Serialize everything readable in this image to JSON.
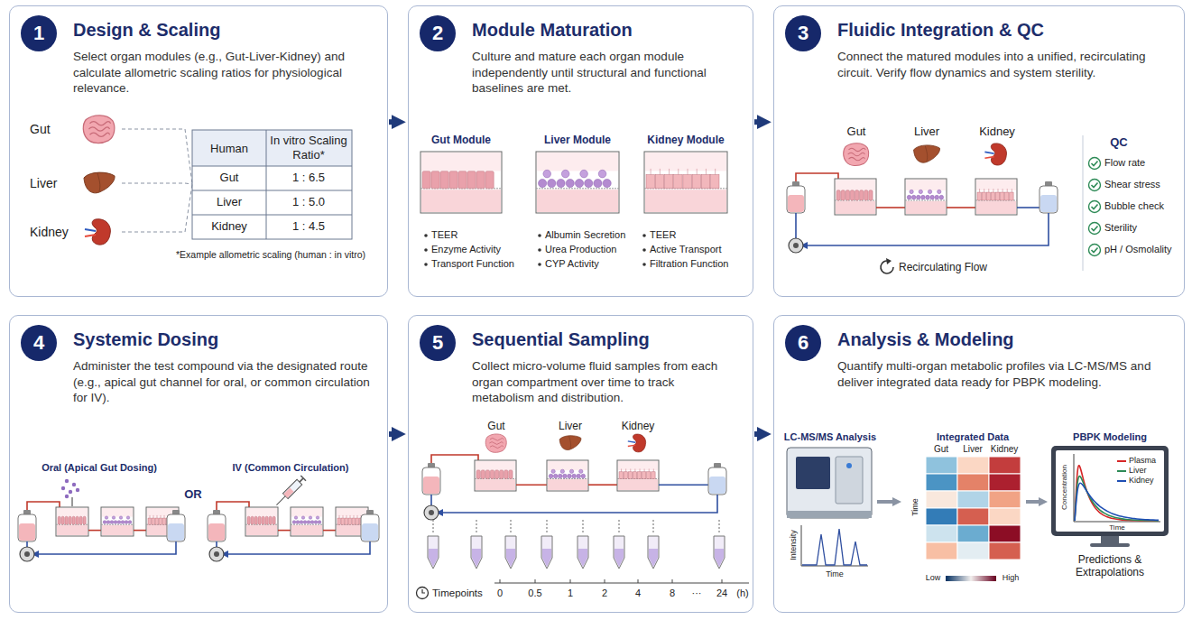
{
  "diagram": {
    "nodes": [
      {
        "text": [
          "Design & Scaling",
          "Select organ modules (e.g., Gut-Liver-Kidney) and calculate allometric scaling ratios for physiological relevance."
        ]
      },
      {
        "text": [
          "1"
        ],
        "in": 0
      },
      {
        "text": [
          "Module Maturation",
          "Culture and mature each organ module independently until structural and functional baselines are met."
        ]
      },
      {
        "text": [
          "2"
        ],
        "in": 2
      },
      {
        "text": [
          "Fluidic Integration & QC",
          "Connect the matured modules into a unified, recirculating circuit. Verify flow dynamics and system sterility."
        ]
      },
      {
        "text": [
          "3"
        ],
        "in": 4
      },
      {
        "text": [
          "Systemic Dosing",
          "Administer the test compound via the designated route (e.g., apical gut channel for oral, or common circulation for IV)."
        ]
      },
      {
        "text": [
          "4"
        ],
        "in": 6
      },
      {
        "text": [
          "Sequential Sampling",
          "Collect micro-volume fluid samples from each organ compartment over time to track metabolism and distribution."
        ]
      },
      {
        "text": [
          "5"
        ],
        "in": 8
      },
      {
        "text": [
          "Analysis & Modeling",
          "Quantify multi-organ metabolic profiles via LC-MS/MS and deliver integrated data ready for PBPK modeling."
        ]
      },
      {
        "text": [
          "6"
        ],
        "in": 10
      }
    ],
    "edges": [
      {
        "from": 0,
        "to": 2,
        "arrow": "to"
      },
      {
        "from": 2,
        "to": 4,
        "arrow": "to"
      },
      {
        "from": 6,
        "to": 8,
        "arrow": "to"
      },
      {
        "from": 8,
        "to": 10,
        "arrow": "to"
      }
    ],
    "labels": [
      "Gut",
      "Liver",
      "Kidney",
      "Human",
      "In vitro Scaling Ratio*",
      "Gut",
      "1 : 6.5",
      "Liver",
      "1 : 5.0",
      "Kidney",
      "1 : 4.5",
      "*Example allometric scaling (human : in vitro)",
      "Gut Module",
      "Liver Module",
      "Kidney Module",
      "TEER",
      "Enzyme Activity",
      "Transport Function",
      "Albumin Secretion",
      "Urea Production",
      "CYP Activity",
      "TEER",
      "Active Transport",
      "Filtration Function",
      "Gut",
      "Liver",
      "Kidney",
      "QC",
      "Flow rate",
      "Shear stress",
      "Bubble check",
      "Sterility",
      "pH / Osmolality",
      "Recirculating Flow",
      "Oral (Apical Gut Dosing)",
      "OR",
      "IV (Common Circulation)",
      "Gut",
      "Liver",
      "Kidney",
      "Timepoints",
      "0",
      "0.5",
      "1",
      "2",
      "4",
      "8",
      "···",
      "24",
      "(h)",
      "LC-MS/MS Analysis",
      "Intensity",
      "Time",
      "Integrated Data",
      "Gut",
      "Liver",
      "Kidney",
      "Time",
      "Low",
      "High",
      "PBPK Modeling",
      "Concentration",
      "Time",
      "Predictions & Extrapolations"
    ],
    "legend": [
      {
        "text": "Plasma"
      },
      {
        "text": "Liver"
      },
      {
        "text": "Kidney"
      }
    ]
  }
}
